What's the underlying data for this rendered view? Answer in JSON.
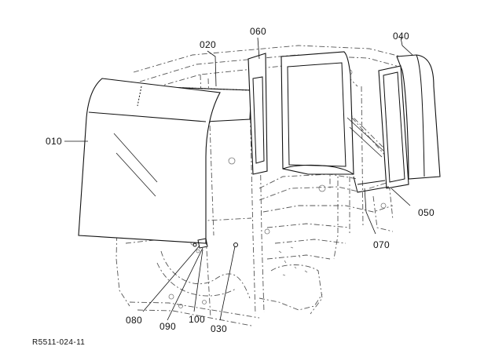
{
  "figure_code": "R5511-024-11",
  "parts": {
    "p010": "010",
    "p020": "020",
    "p030": "030",
    "p040": "040",
    "p050": "050",
    "p060": "060",
    "p070": "070",
    "p080": "080",
    "p090": "090",
    "p100": "100"
  }
}
